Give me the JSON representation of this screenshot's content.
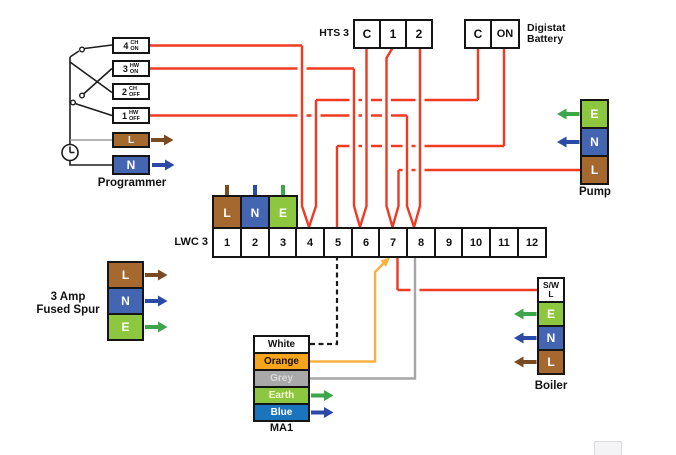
{
  "programmer": {
    "label": "Programmer",
    "switches": [
      {
        "number": "4",
        "line1": "CH",
        "line2": "ON"
      },
      {
        "number": "3",
        "line1": "HW",
        "line2": "ON"
      },
      {
        "number": "2",
        "line1": "CH",
        "line2": "OFF"
      },
      {
        "number": "1",
        "line1": "HW",
        "line2": "OFF"
      }
    ],
    "terminals": [
      {
        "label": "L"
      },
      {
        "label": "N"
      }
    ]
  },
  "hts3": {
    "label": "HTS 3",
    "terminals": [
      "C",
      "1",
      "2"
    ]
  },
  "digistat": {
    "label_line1": "Digistat",
    "label_line2": "Battery",
    "terminals": [
      "C",
      "ON"
    ]
  },
  "pump": {
    "label": "Pump",
    "terminals": [
      "E",
      "N",
      "L"
    ]
  },
  "lwc3": {
    "label": "LWC 3",
    "top_terminals": [
      "L",
      "N",
      "E"
    ],
    "terminals": [
      "1",
      "2",
      "3",
      "4",
      "5",
      "6",
      "7",
      "8",
      "9",
      "10",
      "11",
      "12"
    ]
  },
  "fused_spur": {
    "label_line1": "3 Amp",
    "label_line2": "Fused Spur",
    "terminals": [
      "L",
      "N",
      "E"
    ]
  },
  "ma1": {
    "label": "MA1",
    "terminals": [
      "White",
      "Orange",
      "Grey",
      "Earth",
      "Blue"
    ]
  },
  "boiler": {
    "label": "Boiler",
    "sw_line1": "S/W",
    "sw_line2": "L",
    "terminals": [
      "E",
      "N",
      "L"
    ]
  },
  "colors": {
    "wire_red": "#f03a22",
    "wire_orange": "#fbb042",
    "wire_grey": "#a6a6a6",
    "wire_black": "#1d1d1d",
    "brown": "#a5682e",
    "blue": "#4466b2",
    "green": "#8dc63f",
    "ma1_blue": "#1b75bc",
    "orange": "#f9a51b",
    "grey": "#a9a9a9",
    "arrow_brown": "#7a4a22",
    "arrow_blue": "#2b4aa5",
    "arrow_green": "#3da54a"
  }
}
